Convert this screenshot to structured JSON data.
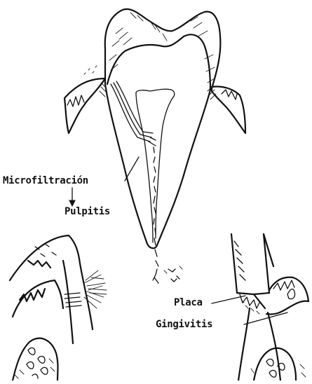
{
  "labels": {
    "microfiltracion": "Microfiltración",
    "pulpitis": "Pulpitis",
    "placa": "Placa",
    "gingivitis": "Gingivitis"
  },
  "colors": {
    "ink": "#111111",
    "background": "#ffffff"
  },
  "icons": {
    "arrow": "down-arrow"
  }
}
